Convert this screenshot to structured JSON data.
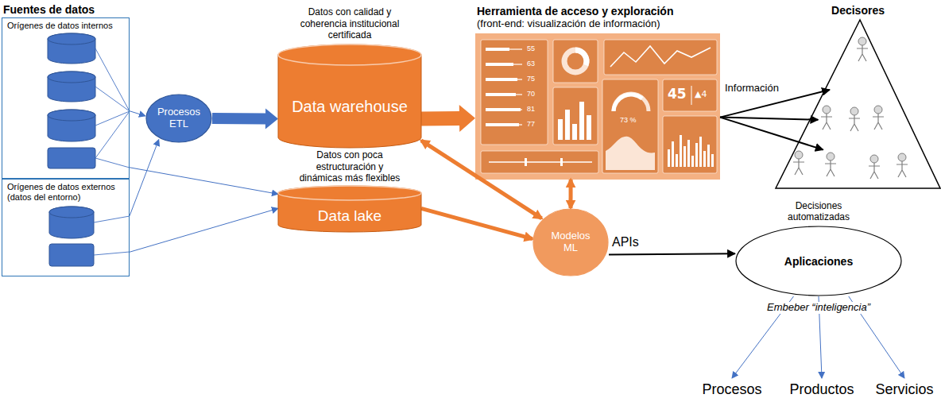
{
  "diagram": {
    "nodes": [
      {
        "text": [
          "Fuentes de datos"
        ]
      },
      {
        "text": [
          "Orígenes de datos internos"
        ],
        "in": 0
      },
      {
        "text": [
          "Orígenes de datos externos (datos del entorno)"
        ],
        "in": 0
      },
      {
        "text": [
          "Procesos ETL"
        ]
      },
      {
        "text": [
          "Datos con calidad y coherencia institucional certificada",
          "Data warehouse"
        ]
      },
      {
        "text": [
          "Datos con poca estructuración y dinámicas más flexibles",
          "Data lake"
        ]
      },
      {
        "text": [
          "Herramienta de acceso y exploración",
          "(front-end: visualización de información)"
        ]
      },
      {
        "text": [
          "Modelos ML"
        ]
      },
      {
        "text": [
          "Decisores"
        ]
      },
      {
        "text": [
          "Decisiones automatizadas",
          "Aplicaciones"
        ]
      },
      {
        "text": [
          "Procesos"
        ]
      },
      {
        "text": [
          "Productos"
        ]
      },
      {
        "text": [
          "Servicios"
        ]
      }
    ],
    "edges": [
      {
        "from": 1,
        "to": 3,
        "arrow": "to"
      },
      {
        "from": 1,
        "to": 5,
        "arrow": "to"
      },
      {
        "from": 2,
        "to": 3,
        "arrow": "to"
      },
      {
        "from": 2,
        "to": 5,
        "arrow": "to"
      },
      {
        "from": 3,
        "to": 4,
        "arrow": "to"
      },
      {
        "from": 4,
        "to": 6,
        "arrow": "to"
      },
      {
        "from": 4,
        "to": 7,
        "arrow": "both"
      },
      {
        "from": 5,
        "to": 7,
        "arrow": "to"
      },
      {
        "from": 6,
        "to": 7,
        "arrow": "both"
      },
      {
        "from": 6,
        "to": 8,
        "arrow": "to",
        "label": "Información"
      },
      {
        "from": 6,
        "to": 8,
        "arrow": "to"
      },
      {
        "from": 6,
        "to": 8,
        "arrow": "to"
      },
      {
        "from": 7,
        "to": 9,
        "arrow": "to",
        "label": "APIs"
      },
      {
        "from": 9,
        "to": 10,
        "arrow": "to"
      },
      {
        "from": 9,
        "to": 11,
        "arrow": "to"
      },
      {
        "from": 9,
        "to": 12,
        "arrow": "to"
      }
    ],
    "labels": [
      "55",
      "63",
      "75",
      "70",
      "81",
      "77",
      "73 %",
      "45",
      "▲4",
      "Embeber “inteligencia”"
    ]
  }
}
